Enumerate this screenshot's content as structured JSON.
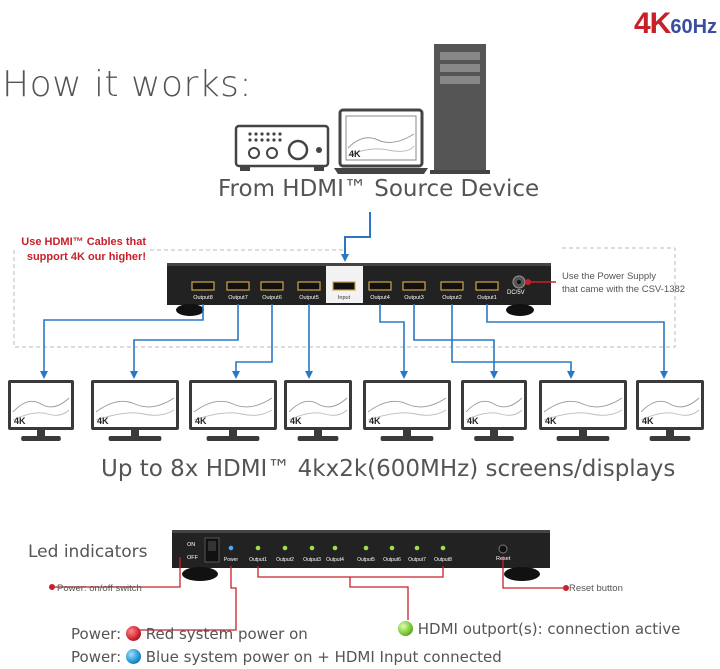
{
  "badge": {
    "four_k": "4K",
    "sixty_hz": "60Hz"
  },
  "heading": "How it works:",
  "source": {
    "label": "From HDMI™ Source Device"
  },
  "cable_note": {
    "line1": "Use HDMI™ Cables that",
    "line2": "support 4K our higher!"
  },
  "power_supply_note": {
    "line1": "Use the Power Supply",
    "line2": "that came with the CSV-1382"
  },
  "splitter_front": {
    "ports": [
      "Output8",
      "Output7",
      "Output6",
      "Output5",
      "Input",
      "Output4",
      "Output3",
      "Output2",
      "Output1"
    ],
    "dc_label": "DC/5V"
  },
  "screens_label": "Up to 8x HDMI™ 4kx2k(600MHz) screens/displays",
  "screen_badge": "4K",
  "led_section": {
    "title": "Led indicators",
    "switch_on": "ON",
    "switch_off": "OFF",
    "led_labels": [
      "Power",
      "Output1",
      "Output2",
      "Output3",
      "Output4",
      "Output5",
      "Output6",
      "Output7",
      "Output8"
    ],
    "reset_label": "Reset",
    "power_switch_note": "Power: on/off switch",
    "reset_note": "Reset button"
  },
  "legend": {
    "red": {
      "prefix": "Power:",
      "text": "Red system power on"
    },
    "blue": {
      "prefix": "Power:",
      "text": "Blue system power on + HDMI Input connected"
    },
    "green": {
      "text": "HDMI outport(s): connection active"
    }
  },
  "colors": {
    "arrow_blue": "#2a78c4",
    "note_red": "#c8202a",
    "led_green": "#9ee04a"
  }
}
